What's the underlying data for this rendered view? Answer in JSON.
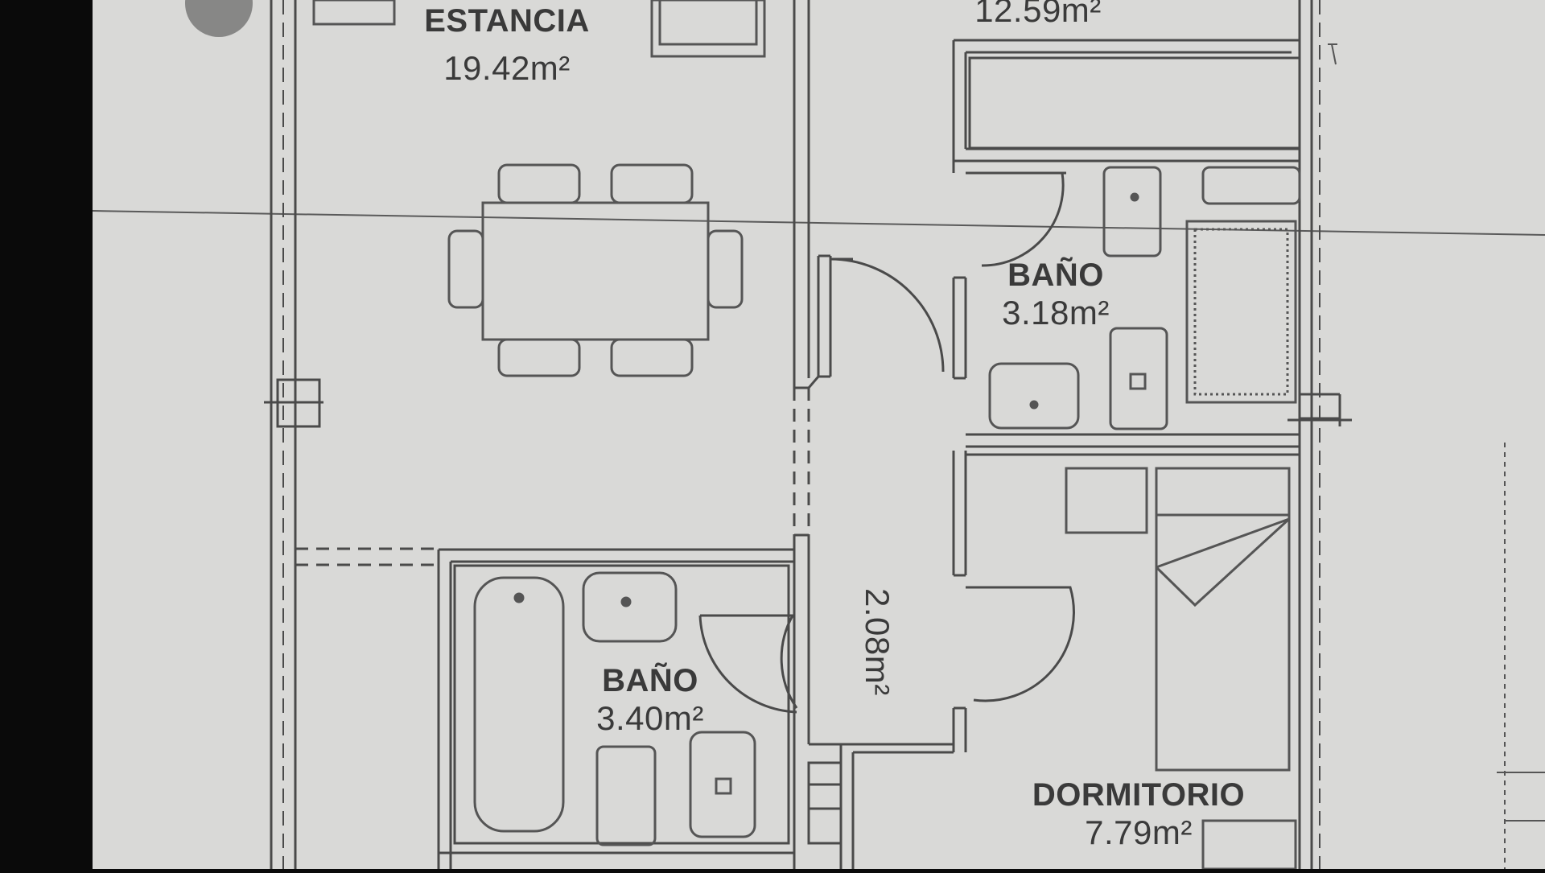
{
  "plan": {
    "colors": {
      "paper": "#d9d9d7",
      "line": "#4a4a4a",
      "frame": "#0a0a0a"
    },
    "rooms": [
      {
        "id": "estancia",
        "name": "ESTANCIA",
        "area": "19.42m²"
      },
      {
        "id": "top-room",
        "name": "",
        "area": "12.59m²"
      },
      {
        "id": "bano-1",
        "name": "BAÑO",
        "area": "3.18m²"
      },
      {
        "id": "pasillo",
        "name": "",
        "area": "2.08m²"
      },
      {
        "id": "bano-2",
        "name": "BAÑO",
        "area": "3.40m²"
      },
      {
        "id": "dormitorio",
        "name": "DORMITORIO",
        "area": "7.79m²"
      }
    ]
  }
}
